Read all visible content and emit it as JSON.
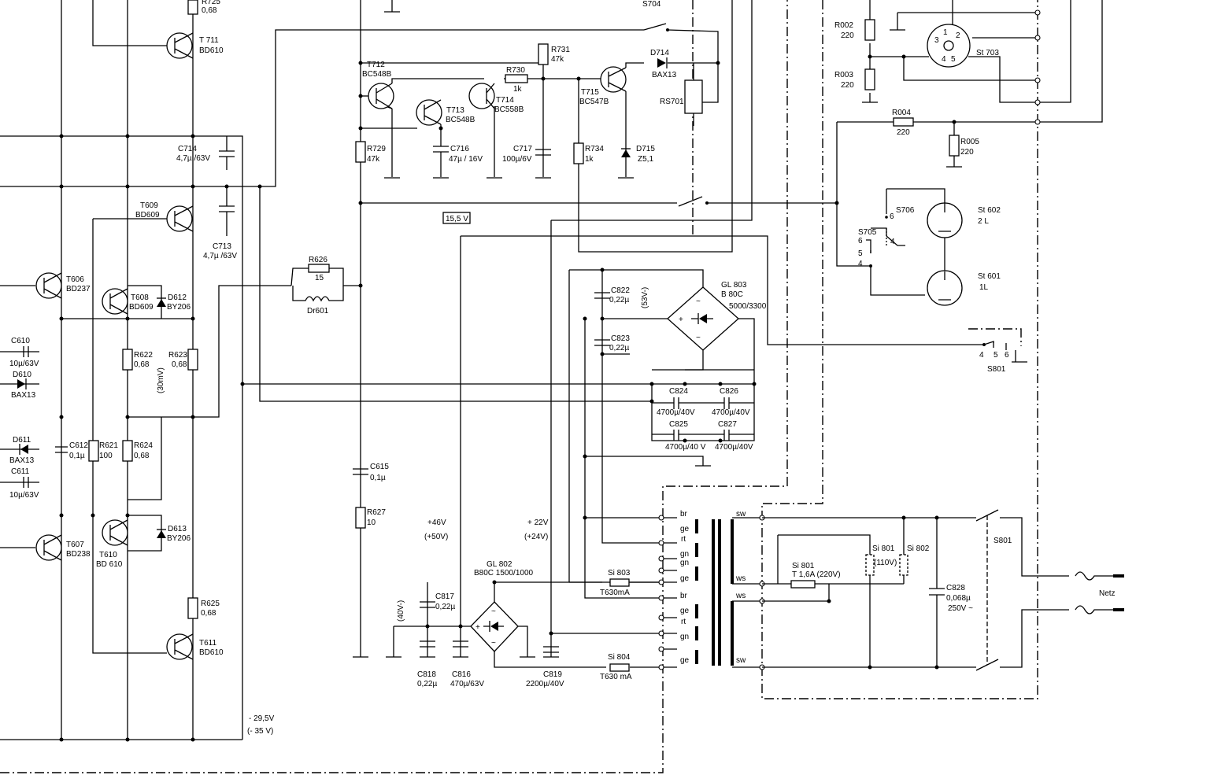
{
  "transistors": {
    "t711": {
      "ref": "T 711",
      "type": "BD610"
    },
    "t712": {
      "ref": "T712",
      "type": "BC548B"
    },
    "t713": {
      "ref": "T713",
      "type": "BC548B"
    },
    "t714": {
      "ref": "T714",
      "type": "BC558B"
    },
    "t715": {
      "ref": "T715",
      "type": "BC547B"
    },
    "t609": {
      "ref": "T609",
      "type": "BD609"
    },
    "t606": {
      "ref": "T606",
      "type": "BD237"
    },
    "t608": {
      "ref": "T608",
      "type": "BD609"
    },
    "t607": {
      "ref": "T607",
      "type": "BD238"
    },
    "t610": {
      "ref": "T610",
      "type": "BD 610"
    },
    "t611": {
      "ref": "T611",
      "type": "BD610"
    }
  },
  "resistors": {
    "r725": {
      "ref": "R725",
      "value": "0,68"
    },
    "r731": {
      "ref": "R731",
      "value": "47k"
    },
    "r730": {
      "ref": "R730",
      "value": "1k"
    },
    "r729": {
      "ref": "R729",
      "value": "47k"
    },
    "r734": {
      "ref": "R734",
      "value": "1k"
    },
    "r626": {
      "ref": "R626",
      "value": "15"
    },
    "r622": {
      "ref": "R622",
      "value": "0,68"
    },
    "r623": {
      "ref": "R623",
      "value": "0,68"
    },
    "r621": {
      "ref": "R621",
      "value": "100"
    },
    "r624": {
      "ref": "R624",
      "value": "0,68"
    },
    "r625": {
      "ref": "R625",
      "value": "0,68"
    },
    "r627": {
      "ref": "R627",
      "value": "10"
    },
    "r002": {
      "ref": "R002",
      "value": "220"
    },
    "r003": {
      "ref": "R003",
      "value": "220"
    },
    "r004": {
      "ref": "R004",
      "value": "220"
    },
    "r005": {
      "ref": "R005",
      "value": "220"
    }
  },
  "capacitors": {
    "c714": {
      "ref": "C714",
      "value": "4,7µ /63V"
    },
    "c713": {
      "ref": "C713",
      "value": "4,7µ /63V"
    },
    "c716": {
      "ref": "C716",
      "value": "47µ / 16V"
    },
    "c717": {
      "ref": "C717",
      "value": "100µ/6V"
    },
    "c610": {
      "ref": "C610",
      "value": "10µ/63V"
    },
    "c611": {
      "ref": "C611",
      "value": "10µ/63V"
    },
    "c612": {
      "ref": "C612",
      "value": "0,1µ"
    },
    "c615": {
      "ref": "C615",
      "value": "0,1µ"
    },
    "c822": {
      "ref": "C822",
      "value": "0,22µ"
    },
    "c823": {
      "ref": "C823",
      "value": "0,22µ"
    },
    "c824": {
      "ref": "C824",
      "value": "4700µ/40V"
    },
    "c825": {
      "ref": "C825",
      "value": "4700µ/40 V"
    },
    "c826": {
      "ref": "C826",
      "value": "4700µ/40V"
    },
    "c827": {
      "ref": "C827",
      "value": "4700µ/40V"
    },
    "c817": {
      "ref": "C817",
      "value": "0,22µ"
    },
    "c818": {
      "ref": "C818",
      "value": "0,22µ"
    },
    "c816": {
      "ref": "C816",
      "value": "470µ/63V"
    },
    "c819": {
      "ref": "C819",
      "value": "2200µ/40V"
    },
    "c828": {
      "ref": "C828",
      "value": "0,068µ",
      "voltage": "250V ~"
    }
  },
  "diodes": {
    "d714": {
      "ref": "D714",
      "type": "BAX13"
    },
    "d715": {
      "ref": "D715",
      "type": "Z5,1"
    },
    "d610": {
      "ref": "D610",
      "type": "BAX13"
    },
    "d611": {
      "ref": "D611",
      "type": "BAX13"
    },
    "d612": {
      "ref": "D612",
      "type": "BY206"
    },
    "d613": {
      "ref": "D613",
      "type": "BY206"
    }
  },
  "inductor": {
    "ref": "Dr601"
  },
  "relay": {
    "ref": "RS701"
  },
  "bridges": {
    "gl803": {
      "ref": "GL 803",
      "type": "B 80C",
      "rating": "5000/3300"
    },
    "gl802": {
      "ref": "GL 802",
      "type": "B80C 1500/1000"
    }
  },
  "fuses": {
    "si803": {
      "ref": "Si 803",
      "rating": "T630mA"
    },
    "si804": {
      "ref": "Si 804",
      "rating": "T630 mA"
    },
    "si801_top": {
      "ref": "Si 801",
      "rating": "(110V)"
    },
    "si802": {
      "ref": "Si 802"
    },
    "si801_mid": {
      "ref": "Si 801",
      "rating": "T 1,6A (220V)"
    }
  },
  "switches": {
    "s704": "S704",
    "s706": "S706",
    "s705": "S705",
    "s801_small": "S801",
    "s801_main": "S801"
  },
  "switch_contacts": {
    "s706_pin": "6",
    "s705_pins": [
      "6",
      "5",
      "4",
      "4"
    ],
    "s801_pins": [
      "4",
      "5",
      "6"
    ]
  },
  "sockets": {
    "st703": "St 703",
    "st602": {
      "ref": "St 602",
      "label": "2 L"
    },
    "st601": {
      "ref": "St 601",
      "label": "1L"
    },
    "st703_pins": [
      "1",
      "3",
      "2",
      "4",
      "5"
    ]
  },
  "voltages": {
    "v15_5": "15,5 V",
    "v53": "(53V-)",
    "v30mv": "(30mV)",
    "v46": "+46V",
    "v50": "(+50V)",
    "v22": "+ 22V",
    "v24": "(+24V)",
    "v40": "(40V-)",
    "vneg295": "- 29,5V",
    "vneg35": "(- 35 V)"
  },
  "transformer_wires": {
    "primary_left": [
      "br",
      "ge",
      "rt",
      "gn",
      "gn",
      "ge",
      "br",
      "ge",
      "rt",
      "gn",
      "ge"
    ],
    "secondary_right": [
      "sw",
      "ws",
      "ws",
      "sw"
    ]
  },
  "mains": {
    "label": "Netz"
  }
}
